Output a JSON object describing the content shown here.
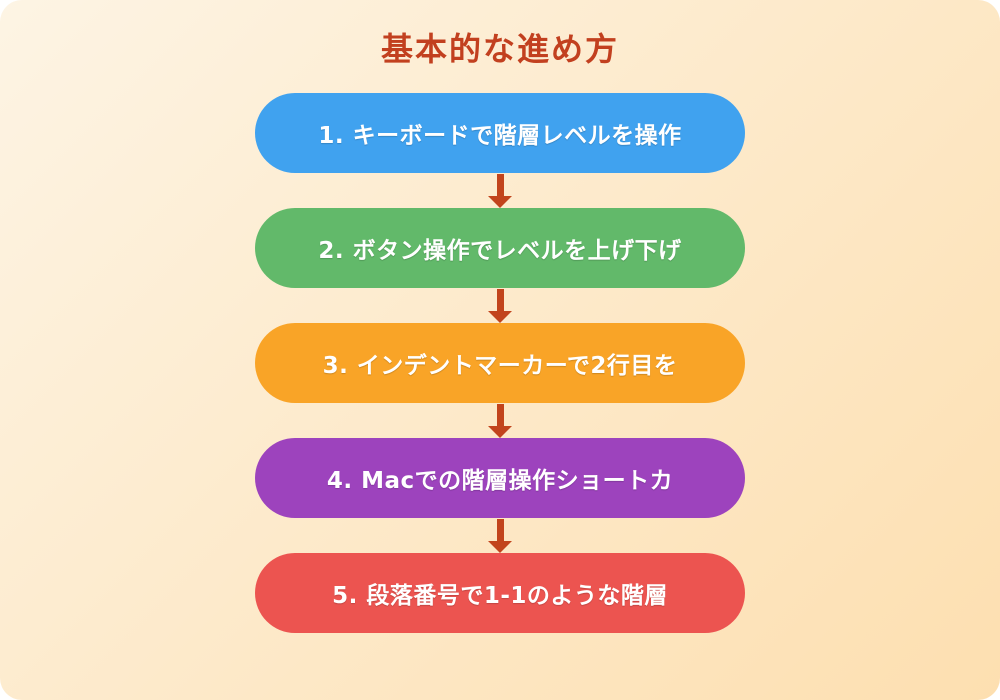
{
  "title": "基本的な進め方",
  "title_color": "#c2401f",
  "background": {
    "gradient_start": "#fdf4e4",
    "gradient_end": "#fddfb0"
  },
  "arrow_color": "#c2441c",
  "steps": [
    {
      "label": "1. キーボードで階層レベルを操作",
      "color": "#40a2ef"
    },
    {
      "label": "2. ボタン操作でレベルを上げ下げ",
      "color": "#62b96a"
    },
    {
      "label": "3. インデントマーカーで2行目を",
      "color": "#f9a427"
    },
    {
      "label": "4. Macでの階層操作ショートカ",
      "color": "#9d43bd"
    },
    {
      "label": "5. 段落番号で1-1のような階層",
      "color": "#ec5450"
    }
  ]
}
